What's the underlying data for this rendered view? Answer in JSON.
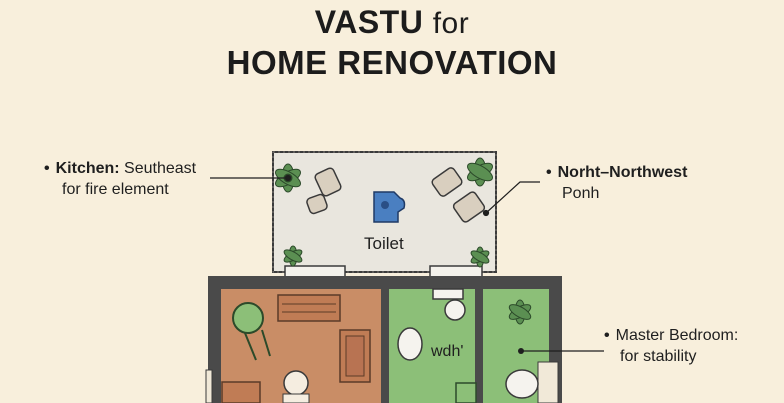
{
  "title": {
    "line1_main": "VASTU",
    "line1_suffix": "for",
    "line2": "HOME RENOVATION"
  },
  "labels": {
    "kitchen": {
      "bullet": "•",
      "bold": "Kitchen:",
      "rest": " Seutheast",
      "line2": "for fire element"
    },
    "north": {
      "bullet": "•",
      "bold": "Norht–Northwest",
      "line2": "Ponh"
    },
    "master": {
      "bullet": "•",
      "text": "Master Bedroom:",
      "line2": "for stability"
    }
  },
  "rooms": {
    "toilet": "Toilet",
    "bath": "wdh'"
  },
  "colors": {
    "background": "#f8efdc",
    "toilet_floor": "#e8e6df",
    "living_room": "#c98d66",
    "green_room": "#8cbf78",
    "wall": "#3a3a3a"
  }
}
